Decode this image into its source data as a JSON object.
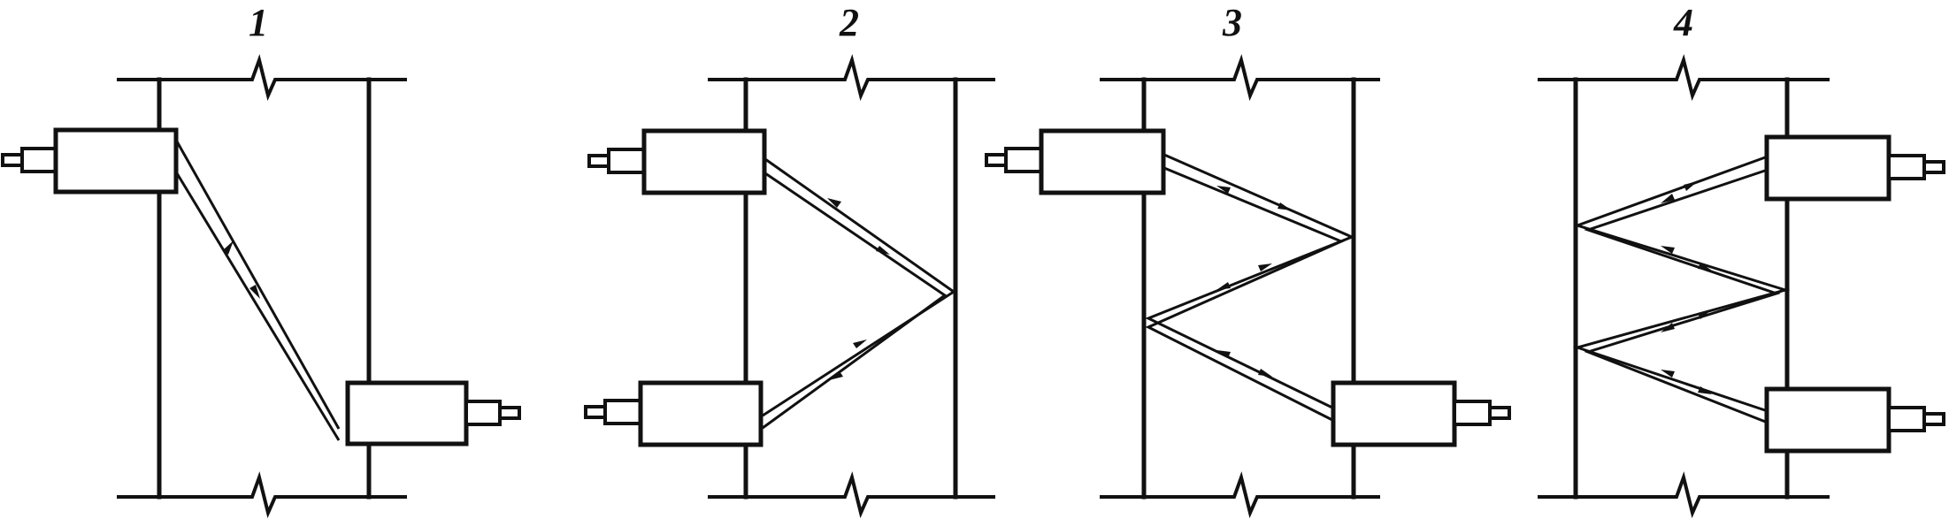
{
  "diagram": {
    "panels": [
      {
        "id": "panel-1",
        "label": "1",
        "skips": 1
      },
      {
        "id": "panel-2",
        "label": "2",
        "skips": 2
      },
      {
        "id": "panel-3",
        "label": "3",
        "skips": 3
      },
      {
        "id": "panel-4",
        "label": "4",
        "skips": 4
      }
    ]
  },
  "colors": {
    "ink": "#111111",
    "background": "#ffffff"
  }
}
